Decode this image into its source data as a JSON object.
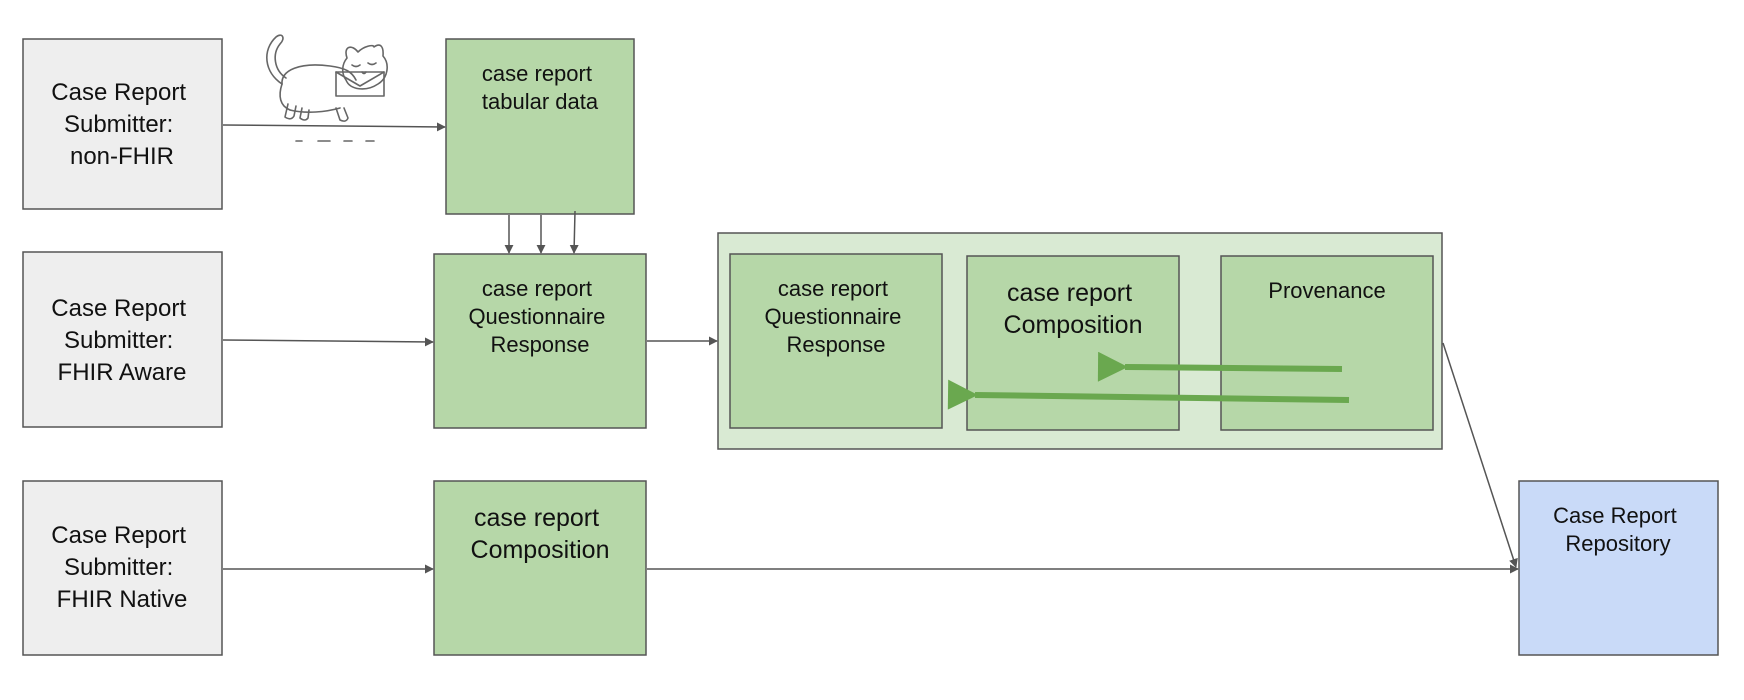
{
  "colors": {
    "submitter_fill": "#eeeeee",
    "resource_fill": "#b6d7a8",
    "bundle_fill": "#d9ead3",
    "repository_fill": "#c9daf8",
    "border": "#555555",
    "connector": "#555555",
    "reference_arrow": "#6aa84f"
  },
  "submitters": {
    "non_fhir": [
      "Case Report",
      "Submitter:",
      "non-FHIR"
    ],
    "fhir_aware": [
      "Case Report",
      "Submitter:",
      "FHIR Aware"
    ],
    "fhir_native": [
      "Case Report",
      "Submitter:",
      "FHIR Native"
    ]
  },
  "resources": {
    "tabular": [
      "case report",
      "tabular data"
    ],
    "questionnaire_response": [
      "case report",
      "Questionnaire",
      "Response"
    ],
    "composition": [
      "case report",
      "Composition"
    ]
  },
  "bundle": {
    "questionnaire_response": [
      "case report",
      "Questionnaire",
      "Response"
    ],
    "composition": [
      "case report",
      "Composition"
    ],
    "provenance": [
      "Provenance"
    ]
  },
  "repository": [
    "Case Report",
    "Repository"
  ],
  "decoration": "cat-carrying-envelope-icon"
}
